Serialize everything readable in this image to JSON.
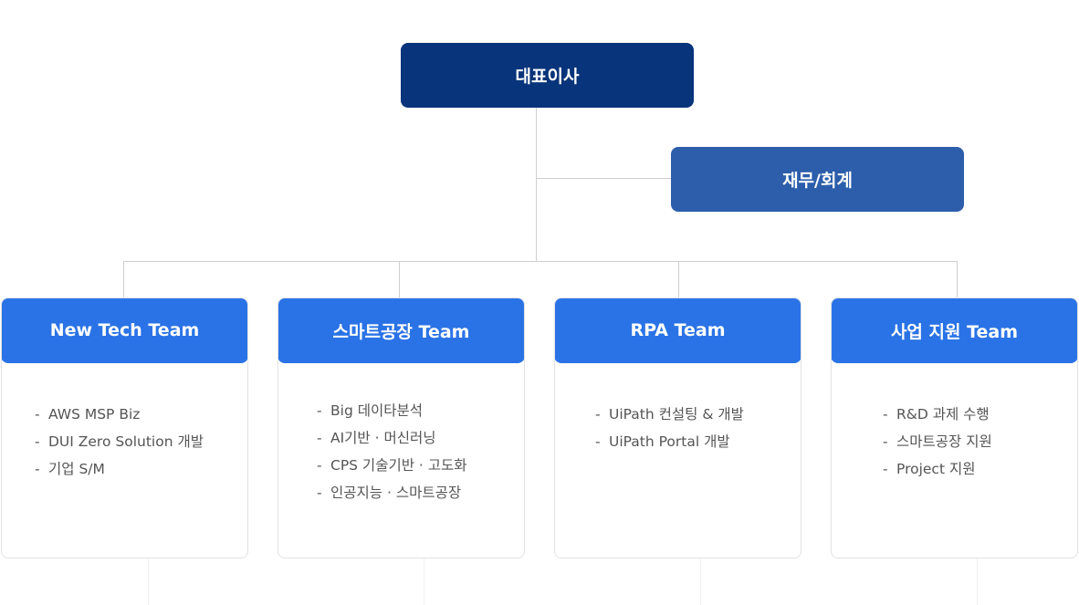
{
  "ceo": {
    "label": "대표이사"
  },
  "finance": {
    "label": "재무/회계"
  },
  "teams": [
    {
      "name": "New Tech Team",
      "items": [
        "AWS MSP Biz",
        "DUI Zero Solution 개발",
        "기업 S/M"
      ]
    },
    {
      "name": "스마트공장 Team",
      "items": [
        "Big 데이타분석",
        "AI기반 · 머신러닝",
        "CPS 기술기반 · 고도화",
        "인공지능 · 스마트공장"
      ]
    },
    {
      "name": "RPA Team",
      "items": [
        "UiPath 컨설팅 & 개발",
        "UiPath Portal 개발"
      ]
    },
    {
      "name": "사업 지원 Team",
      "items": [
        "R&D 과제 수행",
        "스마트공장 지원",
        "Project 지원"
      ]
    }
  ],
  "colors": {
    "ceo": "#07347a",
    "finance": "#2c5eab",
    "team_header": "#2a73e6",
    "connector": "#cfcfcf"
  }
}
